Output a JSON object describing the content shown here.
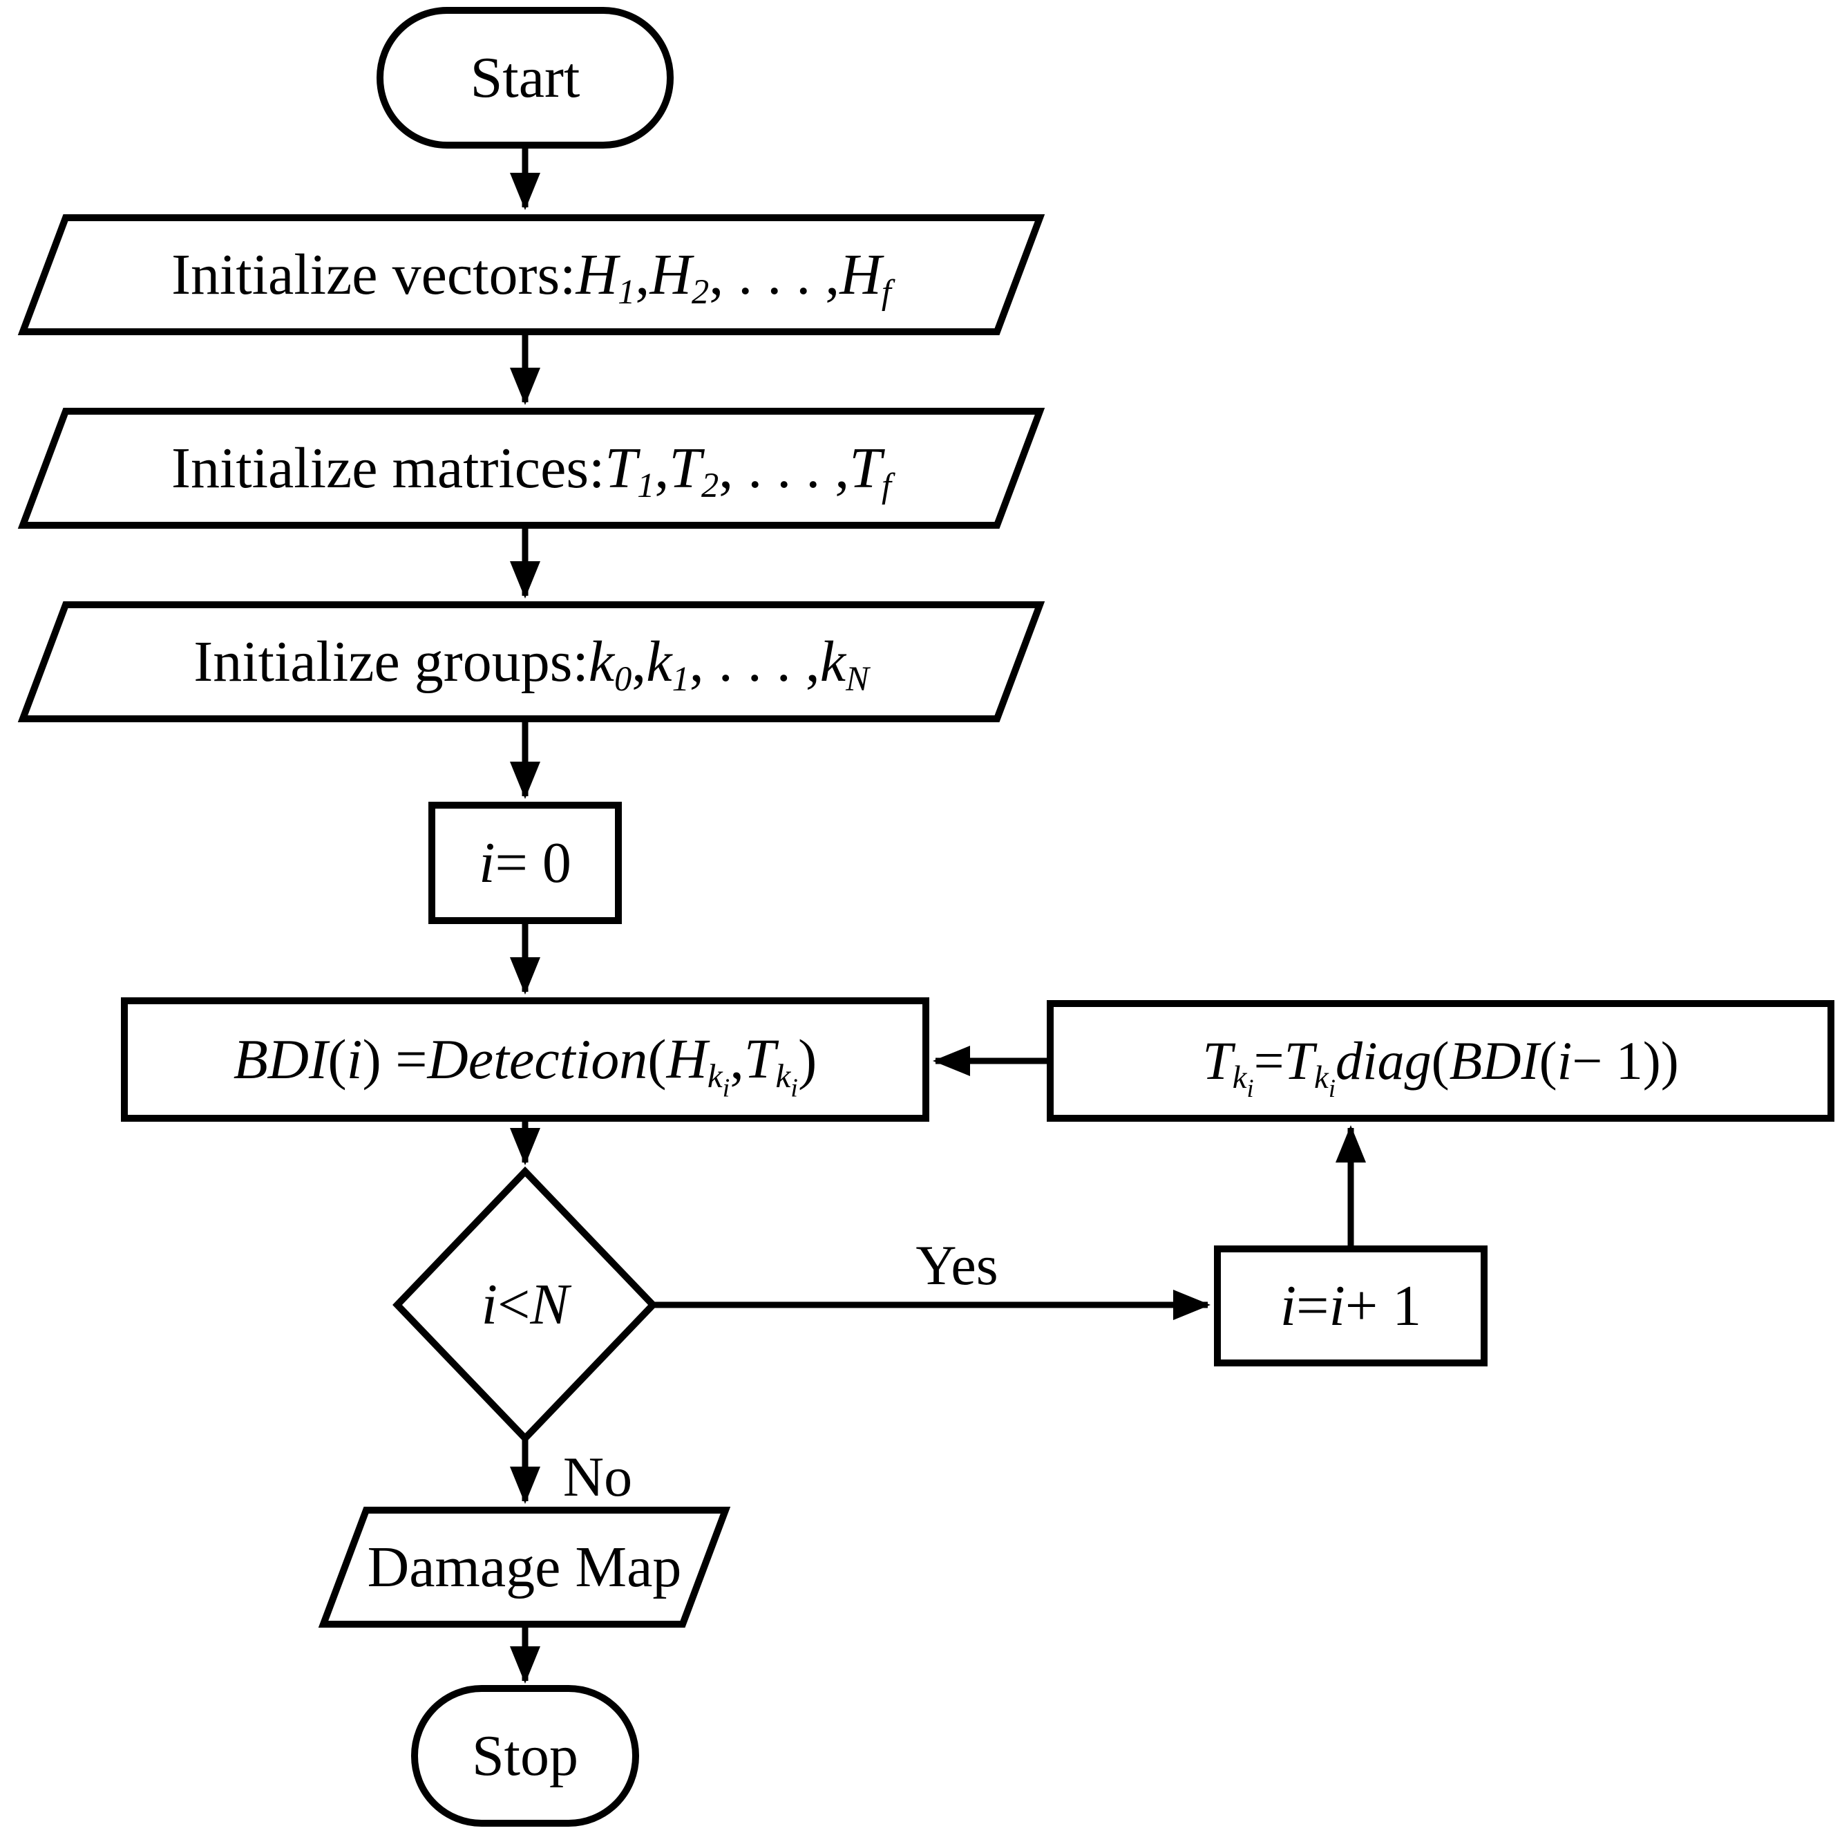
{
  "colors": {
    "stroke": "#000000",
    "background": "#ffffff",
    "text": "#000000"
  },
  "flowchart": {
    "start": {
      "label": "Start"
    },
    "init_vectors": {
      "parts": [
        {
          "t": "Initialize vectors: "
        },
        {
          "t": "H",
          "it": true,
          "sub": "1"
        },
        {
          "t": ", "
        },
        {
          "t": "H",
          "it": true,
          "sub": "2"
        },
        {
          "t": ", . . . , "
        },
        {
          "t": "H",
          "it": true,
          "sub": "f",
          "subit": true
        }
      ]
    },
    "init_matrices": {
      "parts": [
        {
          "t": "Initialize matrices: "
        },
        {
          "t": "T",
          "it": true,
          "sub": "1"
        },
        {
          "t": ", "
        },
        {
          "t": "T",
          "it": true,
          "sub": "2"
        },
        {
          "t": ", . . . , "
        },
        {
          "t": "T",
          "it": true,
          "sub": "f",
          "subit": true
        }
      ]
    },
    "init_groups": {
      "parts": [
        {
          "t": "Initialize groups: "
        },
        {
          "t": "k",
          "it": true,
          "sub": "0"
        },
        {
          "t": ", "
        },
        {
          "t": "k",
          "it": true,
          "sub": "1"
        },
        {
          "t": ", . . . , "
        },
        {
          "t": "k",
          "it": true,
          "sub": "N",
          "subit": true
        }
      ]
    },
    "set_index": {
      "parts": [
        {
          "t": "i",
          "it": true
        },
        {
          "t": " = 0"
        }
      ]
    },
    "detection": {
      "parts": [
        {
          "t": "BDI",
          "it": true
        },
        {
          "t": "("
        },
        {
          "t": "i",
          "it": true
        },
        {
          "t": ") = "
        },
        {
          "t": "Detection",
          "it": true
        },
        {
          "t": "("
        },
        {
          "t": "H",
          "it": true,
          "sub": "k",
          "subit": true,
          "subsub": "i"
        },
        {
          "t": ", "
        },
        {
          "t": "T",
          "it": true,
          "sub": "k",
          "subit": true,
          "subsub": "i"
        },
        {
          "t": ")"
        }
      ]
    },
    "decision": {
      "parts": [
        {
          "t": "i",
          "it": true
        },
        {
          "t": " < "
        },
        {
          "t": "N",
          "it": true
        }
      ]
    },
    "branch_yes": {
      "label": "Yes"
    },
    "branch_no": {
      "label": "No"
    },
    "increment": {
      "parts": [
        {
          "t": "i",
          "it": true
        },
        {
          "t": " = "
        },
        {
          "t": "i",
          "it": true
        },
        {
          "t": " + 1"
        }
      ]
    },
    "update_transfer": {
      "parts": [
        {
          "t": "T",
          "it": true,
          "sub": "k",
          "subit": true,
          "subsub": "i"
        },
        {
          "t": " = "
        },
        {
          "t": "T",
          "it": true,
          "sub": "k",
          "subit": true,
          "subsub": "i"
        },
        {
          "t": "diag",
          "it": true
        },
        {
          "t": "("
        },
        {
          "t": "BDI",
          "it": true
        },
        {
          "t": "("
        },
        {
          "t": "i",
          "it": true
        },
        {
          "t": " − 1))"
        }
      ]
    },
    "damage_map": {
      "label": "Damage Map"
    },
    "stop": {
      "label": "Stop"
    }
  }
}
